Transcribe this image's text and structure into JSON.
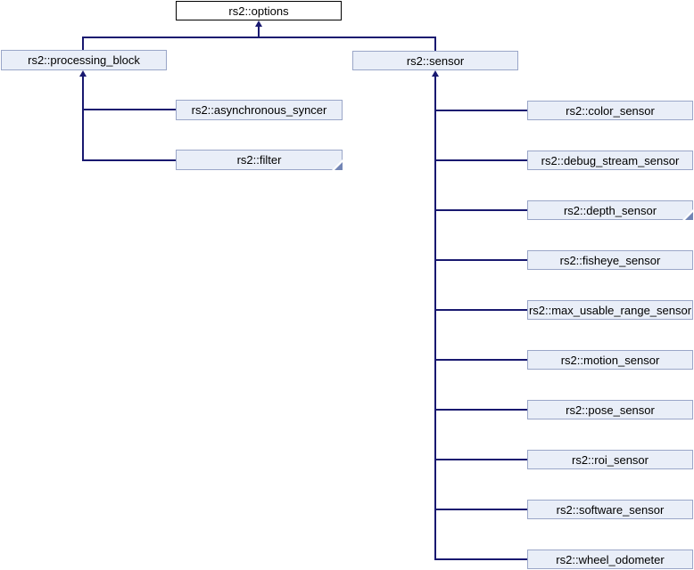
{
  "diagram": {
    "type": "class-inheritance-diagram",
    "colors": {
      "background": "#ffffff",
      "edge": "#191970",
      "node_fill": "#e9eef8",
      "node_border": "#9aa6c8",
      "root_fill": "#ffffff",
      "root_border": "#000000",
      "fold": "#7285b5",
      "text": "#000000"
    },
    "nodes": {
      "options": {
        "label": "rs2::options",
        "truncated": false
      },
      "processing_block": {
        "label": "rs2::processing_block",
        "truncated": false
      },
      "asynchronous_syncer": {
        "label": "rs2::asynchronous_syncer",
        "truncated": false
      },
      "filter": {
        "label": "rs2::filter",
        "truncated": true
      },
      "sensor": {
        "label": "rs2::sensor",
        "truncated": false
      },
      "color_sensor": {
        "label": "rs2::color_sensor",
        "truncated": false
      },
      "debug_stream_sensor": {
        "label": "rs2::debug_stream_sensor",
        "truncated": false
      },
      "depth_sensor": {
        "label": "rs2::depth_sensor",
        "truncated": true
      },
      "fisheye_sensor": {
        "label": "rs2::fisheye_sensor",
        "truncated": false
      },
      "max_usable_range_sensor": {
        "label": "rs2::max_usable_range_sensor",
        "truncated": false
      },
      "motion_sensor": {
        "label": "rs2::motion_sensor",
        "truncated": false
      },
      "pose_sensor": {
        "label": "rs2::pose_sensor",
        "truncated": false
      },
      "roi_sensor": {
        "label": "rs2::roi_sensor",
        "truncated": false
      },
      "software_sensor": {
        "label": "rs2::software_sensor",
        "truncated": false
      },
      "wheel_odometer": {
        "label": "rs2::wheel_odometer",
        "truncated": false
      }
    },
    "edges": [
      {
        "from": "rs2::processing_block",
        "to": "rs2::options"
      },
      {
        "from": "rs2::sensor",
        "to": "rs2::options"
      },
      {
        "from": "rs2::asynchronous_syncer",
        "to": "rs2::processing_block"
      },
      {
        "from": "rs2::filter",
        "to": "rs2::processing_block"
      },
      {
        "from": "rs2::color_sensor",
        "to": "rs2::sensor"
      },
      {
        "from": "rs2::debug_stream_sensor",
        "to": "rs2::sensor"
      },
      {
        "from": "rs2::depth_sensor",
        "to": "rs2::sensor"
      },
      {
        "from": "rs2::fisheye_sensor",
        "to": "rs2::sensor"
      },
      {
        "from": "rs2::max_usable_range_sensor",
        "to": "rs2::sensor"
      },
      {
        "from": "rs2::motion_sensor",
        "to": "rs2::sensor"
      },
      {
        "from": "rs2::pose_sensor",
        "to": "rs2::sensor"
      },
      {
        "from": "rs2::roi_sensor",
        "to": "rs2::sensor"
      },
      {
        "from": "rs2::software_sensor",
        "to": "rs2::sensor"
      },
      {
        "from": "rs2::wheel_odometer",
        "to": "rs2::sensor"
      }
    ]
  }
}
